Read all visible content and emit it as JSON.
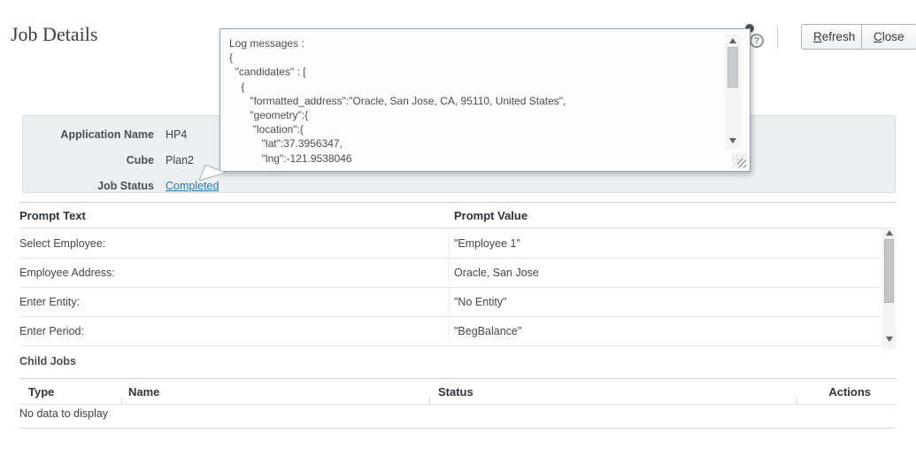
{
  "page": {
    "title": "Job Details"
  },
  "header": {
    "refresh": {
      "key": "R",
      "rest": "efresh"
    },
    "close": {
      "key": "C",
      "rest": "lose"
    },
    "help_glyph": "?"
  },
  "job_info": {
    "fields": [
      {
        "label": "Application Name",
        "value": "HP4"
      },
      {
        "label": "Cube",
        "value": "Plan2"
      },
      {
        "label": "Job Status",
        "value": "Completed"
      }
    ]
  },
  "log_tooltip": {
    "lines": [
      "Log messages :",
      "{",
      "  \"candidates\" : [",
      "    {",
      "       \"formatted_address\":\"Oracle, San Jose, CA, 95110, United States\",",
      "       \"geometry\":{",
      "        \"location\":{",
      "           \"lat\":37.3956347,",
      "           \"lng\":-121.9538046"
    ]
  },
  "prompts": {
    "headers": [
      "Prompt Text",
      "Prompt Value"
    ],
    "rows": [
      {
        "text": "Select Employee:",
        "value": "\"Employee 1\""
      },
      {
        "text": "Employee Address:",
        "value": "Oracle, San Jose"
      },
      {
        "text": "Enter Entity:",
        "value": "\"No Entity\""
      },
      {
        "text": "Enter Period:",
        "value": "\"BegBalance\""
      }
    ]
  },
  "child_jobs": {
    "title": "Child Jobs",
    "headers": [
      "Type",
      "Name",
      "Status",
      "Actions"
    ],
    "empty_message": "No data to display"
  },
  "colors": {
    "link": "#2676ac",
    "panel_bg": "#edf0f2"
  }
}
